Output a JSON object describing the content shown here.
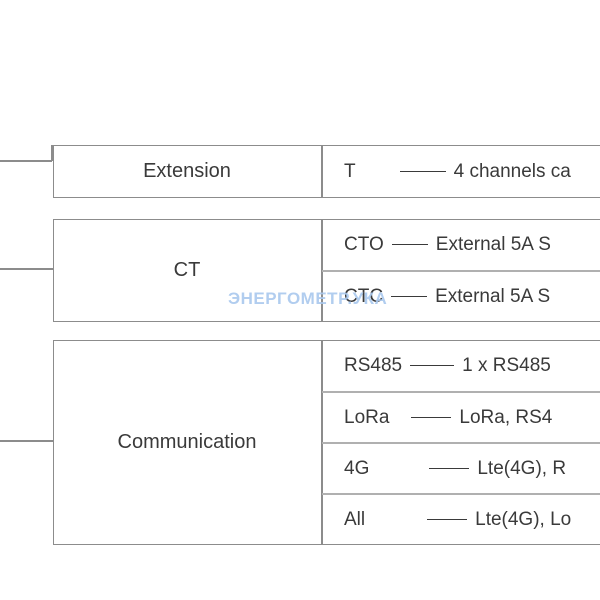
{
  "groups": [
    {
      "category": "Extension",
      "options": [
        {
          "code": "T",
          "description": "4 channels ca"
        }
      ]
    },
    {
      "category": "CT",
      "options": [
        {
          "code": "CTO",
          "description": "External 5A S"
        },
        {
          "code": "CTC",
          "description": "External 5A S"
        }
      ]
    },
    {
      "category": "Communication",
      "options": [
        {
          "code": "RS485",
          "description": "1 x RS485"
        },
        {
          "code": "LoRa",
          "description": "LoRa, RS4"
        },
        {
          "code": "4G",
          "description": "Lte(4G), R"
        },
        {
          "code": "All",
          "description": "Lte(4G), Lo"
        }
      ]
    }
  ],
  "watermark": "ЭНЕРГОМЕТР.УКА",
  "colors": {
    "line": "#8c8c8c",
    "text": "#3a3a3a",
    "watermark": "#a9c8ee"
  }
}
